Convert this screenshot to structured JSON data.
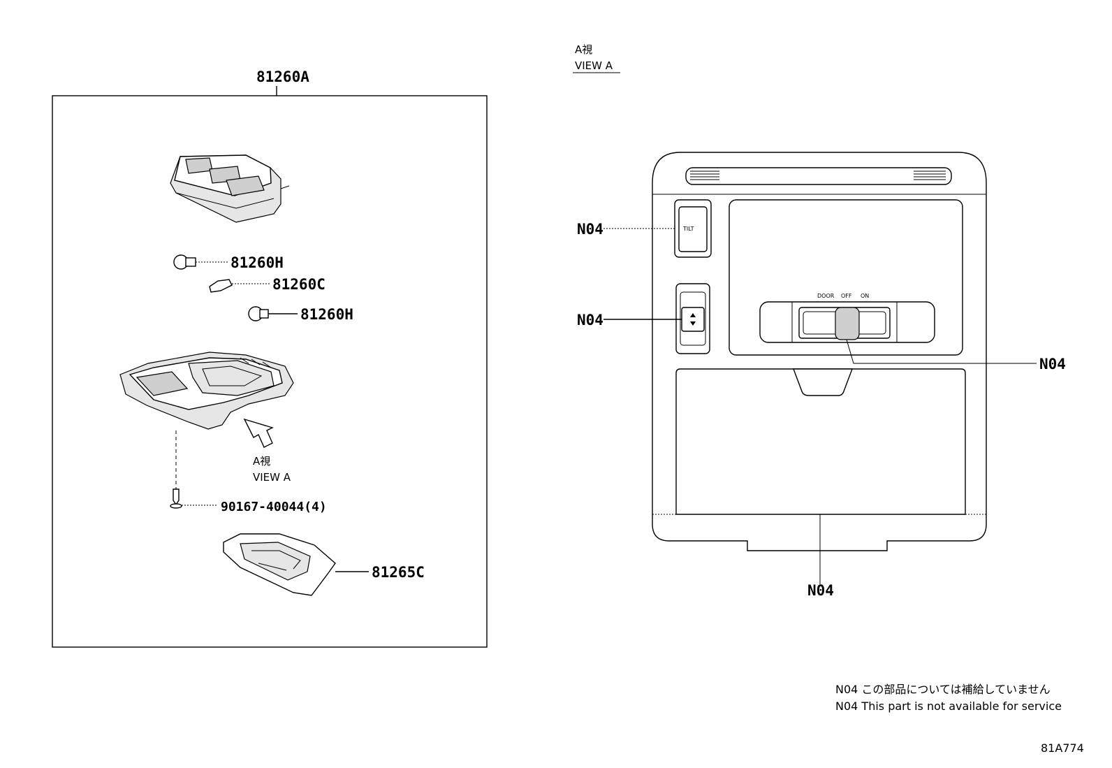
{
  "left_panel": {
    "assembly_label": "81260A",
    "parts": {
      "bulb_top": "81260H",
      "bulb_festoon": "81260C",
      "bulb_bottom": "81260H",
      "screw": "90167-40044(4)",
      "lens": "81265C"
    },
    "view_arrow": {
      "label_jp": "A視",
      "label_en": "VIEW A"
    }
  },
  "right_panel": {
    "title_jp": "A視",
    "title_en": "VIEW A",
    "callouts": {
      "tilt_switch": "N04",
      "updown_switch": "N04",
      "lamp_switch": "N04",
      "bottom_panel": "N04"
    },
    "tilt_text": "TILT",
    "switch_positions": [
      "DOOR",
      "OFF",
      "ON"
    ]
  },
  "notes": {
    "jp": "N04 この部品については補給していません",
    "en": "N04 This part is not available for service"
  },
  "figure_code": "81A774"
}
